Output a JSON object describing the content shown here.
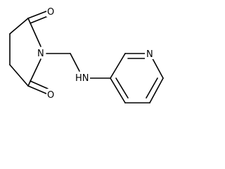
{
  "molecule": {
    "atoms": {
      "o_top": "O",
      "o_bottom": "O",
      "n_imide": "N",
      "nh_amine": "HN",
      "n_pyridine": "N"
    }
  },
  "colors": {
    "bond": "#000000",
    "background": "#ffffff"
  }
}
